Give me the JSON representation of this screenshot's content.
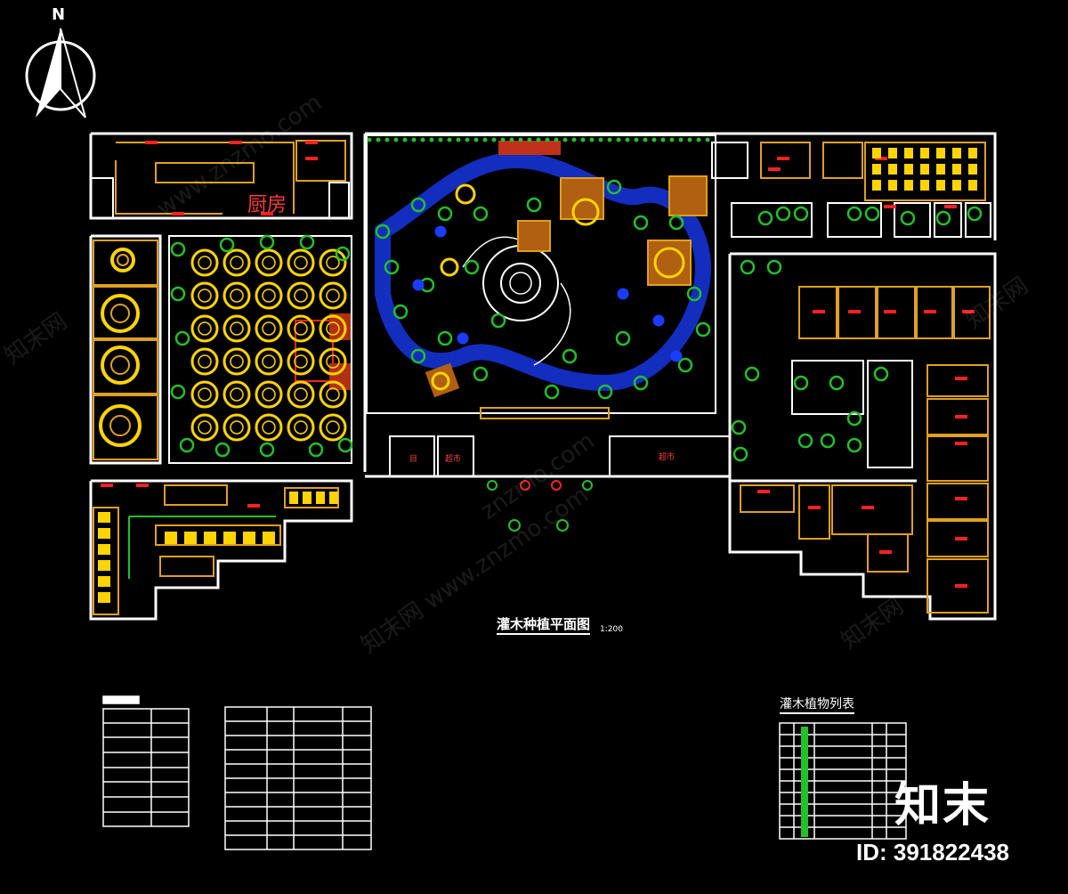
{
  "north": {
    "letter": "N"
  },
  "labels": {
    "kitchen": "厨房",
    "plan_title": "灌木种植平面图",
    "plan_scale": "1:200",
    "plant_table_title": "灌木植物列表",
    "room_a": "目",
    "room_b": "超市",
    "room_c": "超市"
  },
  "watermarks": [
    "www.znzmo.com",
    "知末网 www.znzmo.com",
    "知末网",
    "znzmo.com"
  ],
  "brand": {
    "logo": "知末",
    "id": "ID: 391822438"
  },
  "colors": {
    "background": "#000000",
    "wall": "#ffffff",
    "furniture": "#ffd400",
    "orange": "#e0a020",
    "plant": "#22c02a",
    "water": "#1a3cff",
    "red_marker": "#ff2020"
  }
}
